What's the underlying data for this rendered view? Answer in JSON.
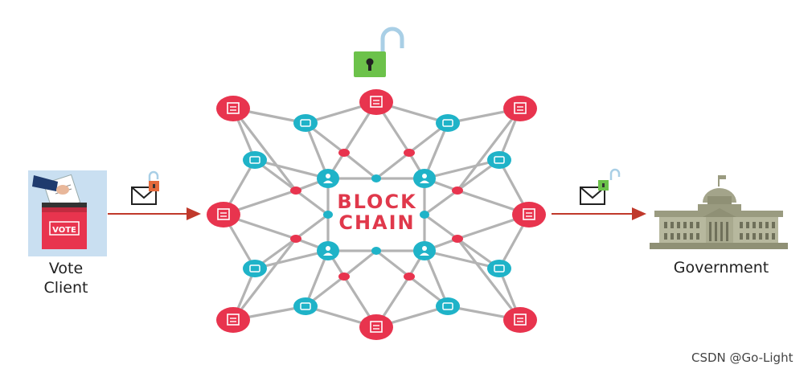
{
  "left": {
    "label_line1": "Vote",
    "label_line2": "Client",
    "ballot_text": "VOTE"
  },
  "center": {
    "line1": "BLOCK",
    "line2": "CHAIN"
  },
  "right": {
    "label": "Government"
  },
  "watermark": "CSDN @Go-Light",
  "colors": {
    "red_node": "#e8344e",
    "teal_node": "#1fb3c8",
    "edge": "#b0b0b0",
    "arrow": "#c0392b",
    "lock_green": "#6cc24a",
    "lock_orange": "#e46a3c"
  }
}
